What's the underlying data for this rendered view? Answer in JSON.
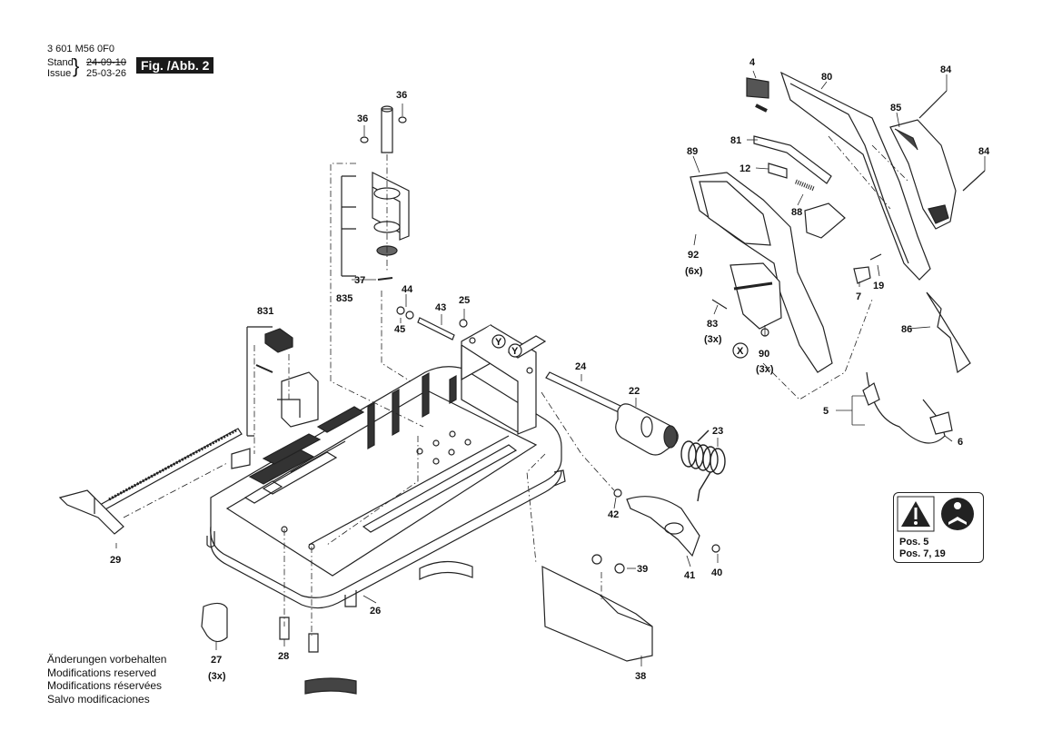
{
  "header": {
    "part_number": "3 601 M56 0F0",
    "stand_label": "Stand",
    "issue_label": "Issue",
    "old_date": "24-09-10",
    "new_date": "25-03-26",
    "figure_label": "Fig. /Abb. 2"
  },
  "labels": {
    "p4": "4",
    "p80": "80",
    "p84a": "84",
    "p85": "85",
    "p84b": "84",
    "p89": "89",
    "p81": "81",
    "p12": "12",
    "p88": "88",
    "p92": "92",
    "p92q": "(6x)",
    "p7": "7",
    "p19": "19",
    "p83": "83",
    "p83q": "(3x)",
    "p90": "90",
    "p90q": "(3x)",
    "p86": "86",
    "p5": "5",
    "p6": "6",
    "p36a": "36",
    "p36b": "36",
    "p37": "37",
    "p835": "835",
    "p831": "831",
    "p44": "44",
    "p45": "45",
    "p43": "43",
    "p25": "25",
    "y1": "Y",
    "y2": "Y",
    "x1": "X",
    "p24": "24",
    "p22": "22",
    "p23": "23",
    "p29": "29",
    "p42": "42",
    "p41": "41",
    "p40": "40",
    "p39": "39",
    "p26": "26",
    "p27": "27",
    "p27q": "(3x)",
    "p28": "28",
    "p38": "38"
  },
  "warning_box": {
    "line1": "Pos. 5",
    "line2": "Pos. 7, 19"
  },
  "footnotes": [
    "Änderungen vorbehalten",
    "Modifications reserved",
    "Modifications réservées",
    "Salvo modificaciones"
  ]
}
